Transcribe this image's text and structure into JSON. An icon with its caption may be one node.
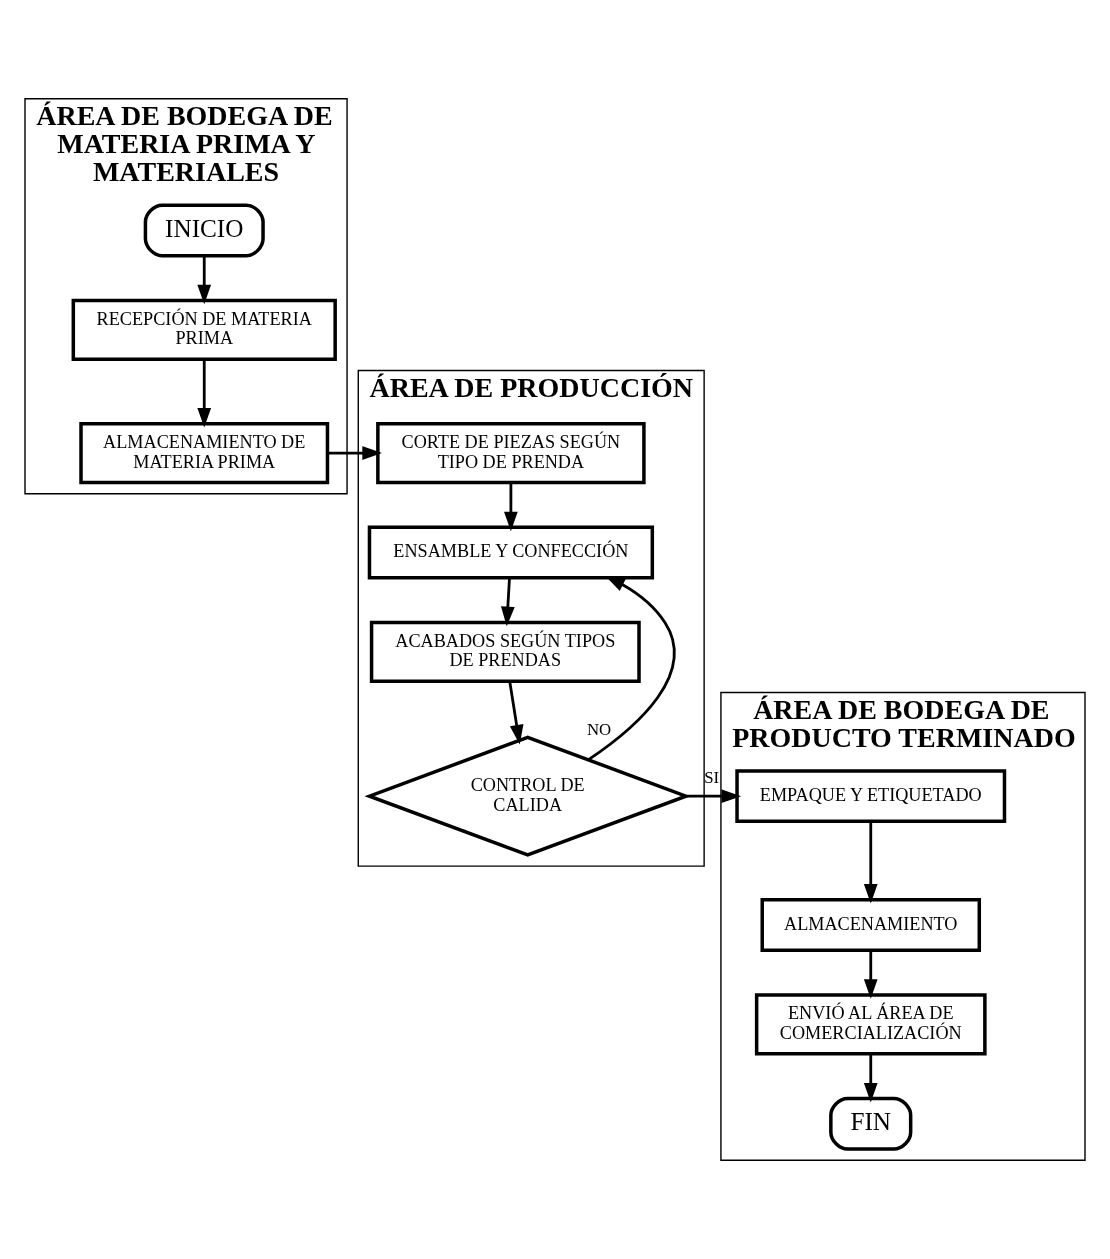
{
  "diagram": {
    "nodes": [
      {
        "text": [
          "ÁREA DE BODEGA DE MATERIA PRIMA Y MATERIALES"
        ]
      },
      {
        "text": [
          "ÁREA DE PRODUCCIÓN"
        ]
      },
      {
        "text": [
          "ÁREA DE BODEGA DE PRODUCTO TERMINADO"
        ]
      },
      {
        "text": [
          "INICIO"
        ],
        "in": 0
      },
      {
        "text": [
          "RECEPCIÓN DE MATERIA PRIMA"
        ],
        "in": 0
      },
      {
        "text": [
          "ALMACENAMIENTO DE MATERIA PRIMA"
        ],
        "in": 0
      },
      {
        "text": [
          "CORTE DE PIEZAS SEGÚN TIPO DE PRENDA"
        ],
        "in": 1
      },
      {
        "text": [
          "ENSAMBLE Y CONFECCIÓN"
        ],
        "in": 1
      },
      {
        "text": [
          "ACABADOS SEGÚN TIPOS DE PRENDAS"
        ],
        "in": 1
      },
      {
        "text": [
          "CONTROL DE CALIDA"
        ],
        "in": 1
      },
      {
        "text": [
          "EMPAQUE Y ETIQUETADO"
        ],
        "in": 2
      },
      {
        "text": [
          "ALMACENAMIENTO"
        ],
        "in": 2
      },
      {
        "text": [
          "ENVIÓ AL ÁREA DE COMERCIALIZACIÓN"
        ],
        "in": 2
      },
      {
        "text": [
          "FIN"
        ],
        "in": 2
      }
    ],
    "edges": [
      {
        "from": 3,
        "to": 4,
        "arrow": "to"
      },
      {
        "from": 4,
        "to": 5,
        "arrow": "to"
      },
      {
        "from": 5,
        "to": 6,
        "arrow": "to"
      },
      {
        "from": 6,
        "to": 7,
        "arrow": "to"
      },
      {
        "from": 7,
        "to": 8,
        "arrow": "to"
      },
      {
        "from": 8,
        "to": 9,
        "arrow": "to"
      },
      {
        "from": 9,
        "to": 7,
        "label": "NO",
        "arrow": "to"
      },
      {
        "from": 9,
        "to": 10,
        "label": "SI",
        "arrow": "to"
      },
      {
        "from": 10,
        "to": 11,
        "arrow": "to"
      },
      {
        "from": 11,
        "to": 12,
        "arrow": "to"
      },
      {
        "from": 12,
        "to": 13,
        "arrow": "to"
      }
    ]
  }
}
